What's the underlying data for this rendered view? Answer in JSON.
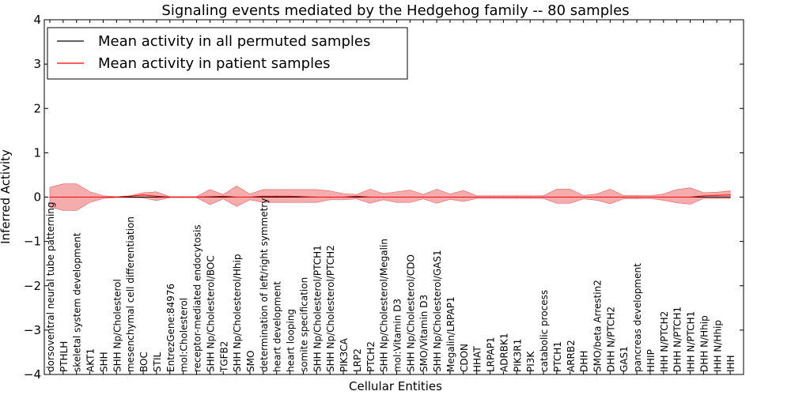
{
  "chart_data": {
    "type": "line",
    "title": "Signaling events mediated by the Hedgehog family -- 80 samples",
    "xlabel": "Cellular Entities",
    "ylabel": "Inferred Activity",
    "ylim": [
      -4,
      4
    ],
    "yticks": [
      "−4",
      "−3",
      "−2",
      "−1",
      "0",
      "1",
      "2",
      "3",
      "4"
    ],
    "grid": false,
    "legend_position": "top-left",
    "categories": [
      "dorsoventral neural tube patterning",
      "PTHLH",
      "skeletal system development",
      "AKT1",
      "SHH",
      "SHH Np/Cholesterol",
      "mesenchymal cell differentiation",
      "BOC",
      "STIL",
      "EntrezGene:84976",
      "mol:Cholesterol",
      "receptor-mediated endocytosis",
      "SHH Np/Cholesterol/BOC",
      "TGFB2",
      "SHH Np/Cholesterol/Hhip",
      "SMO",
      "determination of left/right symmetry",
      "heart development",
      "heart looping",
      "somite specification",
      "SHH Np/Cholesterol/PTCH1",
      "SHH Np/Cholesterol/PTCH2",
      "PIK3CA",
      "LRP2",
      "PTCH2",
      "SHH Np/Cholesterol/Megalin",
      "mol:Vitamin D3",
      "SHH Np/Cholesterol/CDO",
      "SMO/Vitamin D3",
      "SHH Np/Cholesterol/GAS1",
      "Megalin/LRPAP1",
      "CDON",
      "HHAT",
      "LRPAP1",
      "ADRBK1",
      "PIK3R1",
      "PI3K",
      "catabolic process",
      "PTCH1",
      "ARRB2",
      "DHH",
      "SMO/beta Arrestin2",
      "DHH N/PTCH2",
      "GAS1",
      "pancreas development",
      "HHIP",
      "IHH N/PTCH2",
      "DHH N/PTCH1",
      "IHH N/PTCH1",
      "DHH N/Hhip",
      "IHH N/Hhip",
      "IHH"
    ],
    "series": [
      {
        "name": "Mean activity in all permuted samples",
        "color": "#000000",
        "values": [
          0,
          0,
          0,
          0,
          0,
          0,
          0,
          0,
          0,
          0,
          0,
          0,
          0,
          0,
          0,
          0,
          0,
          0,
          0,
          0,
          0,
          0,
          0,
          0,
          0,
          0,
          0,
          0,
          0,
          0,
          0,
          0,
          0,
          0,
          0,
          0,
          0,
          0,
          0,
          0,
          0,
          0,
          0,
          0,
          0,
          0,
          0,
          0,
          0,
          0,
          0,
          0
        ]
      },
      {
        "name": "Mean activity in patient samples",
        "color": "#ff0000",
        "values": [
          0,
          0,
          0,
          0,
          0,
          0,
          0.02,
          0.05,
          0.02,
          0,
          0,
          0,
          0.01,
          0.02,
          0,
          0,
          0.02,
          0.02,
          0.02,
          0.01,
          0,
          0,
          0,
          0.02,
          0,
          0,
          0,
          0,
          0,
          0,
          0,
          0,
          0,
          0,
          0,
          0,
          0,
          0,
          0,
          0,
          0,
          0,
          0,
          0,
          0,
          0,
          0,
          0,
          0,
          0.03,
          0.04,
          0.05
        ]
      }
    ],
    "band": {
      "color": "#f08080",
      "upper": [
        0.22,
        0.3,
        0.3,
        0.12,
        0.03,
        0.01,
        0.03,
        0.1,
        0.12,
        0.01,
        0.01,
        0.01,
        0.17,
        0.06,
        0.25,
        0.07,
        0.17,
        0.17,
        0.17,
        0.17,
        0.17,
        0.14,
        0.08,
        0.06,
        0.18,
        0.08,
        0.12,
        0.16,
        0.06,
        0.18,
        0.07,
        0.15,
        0.03,
        0.03,
        0.03,
        0.03,
        0.03,
        0.03,
        0.18,
        0.18,
        0.04,
        0.07,
        0.18,
        0.04,
        0.04,
        0.03,
        0.07,
        0.17,
        0.21,
        0.1,
        0.11,
        0.14
      ],
      "lower": [
        -0.22,
        -0.3,
        -0.3,
        -0.12,
        -0.03,
        -0.01,
        -0.01,
        -0.02,
        -0.08,
        -0.01,
        -0.01,
        -0.01,
        -0.17,
        -0.04,
        -0.21,
        -0.06,
        -0.12,
        -0.12,
        -0.12,
        -0.12,
        -0.12,
        -0.06,
        -0.06,
        -0.04,
        -0.14,
        -0.06,
        -0.12,
        -0.12,
        -0.04,
        -0.14,
        -0.05,
        -0.1,
        -0.03,
        -0.03,
        -0.03,
        -0.03,
        -0.03,
        -0.03,
        -0.14,
        -0.14,
        -0.04,
        -0.07,
        -0.15,
        -0.04,
        -0.04,
        -0.03,
        -0.07,
        -0.13,
        -0.16,
        -0.03,
        -0.03,
        -0.03
      ]
    }
  }
}
